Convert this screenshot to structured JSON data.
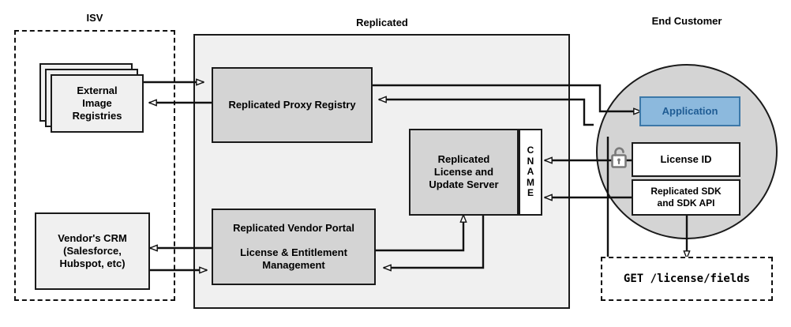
{
  "diagram": {
    "title_labels": {
      "isv": "ISV",
      "replicated": "Replicated",
      "end_customer": "End Customer"
    },
    "colors": {
      "node_fill_gray": "#d4d4d4",
      "node_fill_light": "#f0f0f0",
      "node_fill_white": "#ffffff",
      "application_fill": "#8cb9dd",
      "application_border": "#3c78a8",
      "application_text": "#1f5c94",
      "zone_fill": "#f0f0f0",
      "circle_fill": "#d4d4d4",
      "stroke": "#1a1a1a",
      "lock_icon": "#7a7a7a"
    },
    "zones": [
      {
        "id": "isv",
        "label": "ISV",
        "style": "dashed-rectangle"
      },
      {
        "id": "replicated",
        "label": "Replicated",
        "style": "solid-rectangle-filled"
      },
      {
        "id": "end-customer",
        "label": "End Customer",
        "style": "circle-filled"
      }
    ],
    "nodes": {
      "external_image_registries": {
        "lines": [
          "External",
          "Image",
          "Registries"
        ],
        "zone": "isv",
        "shape": "stacked-rectangles",
        "stack_count": 3
      },
      "vendors_crm": {
        "lines": [
          "Vendor's CRM",
          "(Salesforce,",
          "Hubspot, etc)"
        ],
        "zone": "isv",
        "shape": "rectangle"
      },
      "replicated_proxy_registry": {
        "lines": [
          "Replicated Proxy Registry"
        ],
        "zone": "replicated",
        "shape": "rectangle"
      },
      "replicated_license_update_server": {
        "lines": [
          "Replicated",
          "License and",
          "Update Server"
        ],
        "zone": "replicated",
        "shape": "rectangle"
      },
      "cname_strip": {
        "letters": [
          "C",
          "N",
          "A",
          "M",
          "E"
        ],
        "text": "CNAME",
        "zone": "replicated",
        "shape": "vertical-strip"
      },
      "replicated_vendor_portal": {
        "lines": [
          "Replicated Vendor Portal",
          "",
          "License & Entitlement",
          "Management"
        ],
        "zone": "replicated",
        "shape": "rectangle"
      },
      "application": {
        "lines": [
          "Application"
        ],
        "zone": "end-customer",
        "shape": "rectangle",
        "highlighted": true
      },
      "license_id": {
        "lines": [
          "License ID"
        ],
        "zone": "end-customer",
        "shape": "rectangle"
      },
      "replicated_sdk": {
        "lines": [
          "Replicated SDK",
          "and SDK API"
        ],
        "zone": "end-customer",
        "shape": "rectangle"
      },
      "license_fields_request": {
        "text": "GET /license/fields",
        "zone": "end-customer-external",
        "shape": "dashed-rectangle",
        "monospace": true
      }
    },
    "icons": [
      {
        "name": "unlocked-padlock-icon",
        "between": [
          "license-id",
          "license-and-update-server"
        ]
      }
    ],
    "connections": [
      {
        "from": "external_image_registries",
        "to": "replicated_proxy_registry",
        "direction": "forward"
      },
      {
        "from": "replicated_proxy_registry",
        "to": "external_image_registries",
        "direction": "forward"
      },
      {
        "from": "replicated_proxy_registry",
        "to": "application",
        "direction": "forward"
      },
      {
        "from": "application",
        "to": "replicated_proxy_registry",
        "direction": "forward"
      },
      {
        "from": "license_id",
        "to": "replicated_license_update_server",
        "direction": "forward",
        "via": "cname"
      },
      {
        "from": "replicated_sdk",
        "to": "replicated_license_update_server",
        "direction": "forward",
        "via": "cname"
      },
      {
        "from": "vendors_crm",
        "to": "replicated_vendor_portal",
        "direction": "forward"
      },
      {
        "from": "replicated_vendor_portal",
        "to": "vendors_crm",
        "direction": "forward"
      },
      {
        "from": "replicated_vendor_portal",
        "to": "replicated_license_update_server",
        "direction": "forward"
      },
      {
        "from": "replicated_license_update_server",
        "to": "replicated_vendor_portal",
        "direction": "forward"
      },
      {
        "from": "replicated_sdk",
        "to": "license_fields_request",
        "direction": "forward"
      }
    ]
  }
}
